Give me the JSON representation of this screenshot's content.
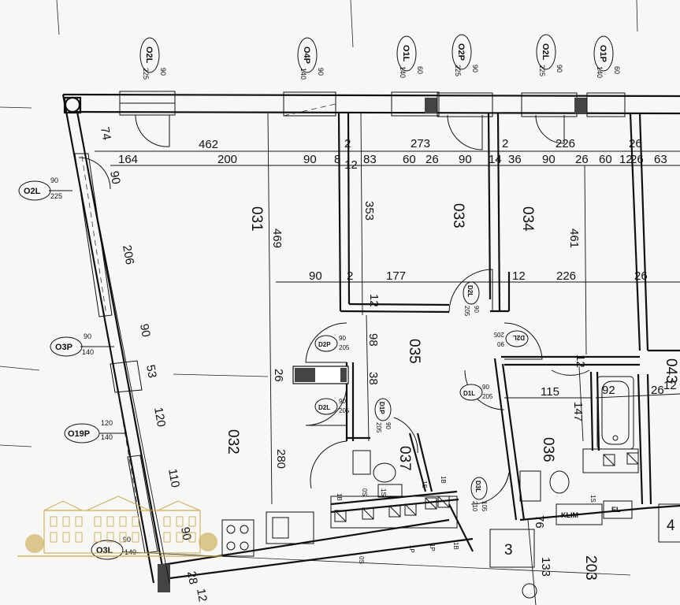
{
  "openings_top": [
    {
      "tag": "O2L",
      "w": "90",
      "h": "225"
    },
    {
      "tag": "O4P",
      "w": "90",
      "h": "140"
    },
    {
      "tag": "O1L",
      "w": "60",
      "h": "140"
    },
    {
      "tag": "O2P",
      "w": "90",
      "h": "225"
    },
    {
      "tag": "O2L",
      "w": "90",
      "h": "225"
    },
    {
      "tag": "O1P",
      "w": "60",
      "h": "140"
    }
  ],
  "openings_left": [
    {
      "tag": "O2L",
      "w": "90",
      "h": "225"
    },
    {
      "tag": "O3P",
      "w": "90",
      "h": "140"
    },
    {
      "tag": "O19P",
      "w": "120",
      "h": "140"
    },
    {
      "tag": "O3L",
      "w": "90",
      "h": "140"
    }
  ],
  "doors": [
    {
      "tag": "D2P",
      "w": "90",
      "h": "205"
    },
    {
      "tag": "D2L",
      "w": "90",
      "h": "205"
    },
    {
      "tag": "D1P",
      "w": "90",
      "h": "205"
    },
    {
      "tag": "D1L",
      "w": "90",
      "h": "205"
    },
    {
      "tag": "D2L",
      "w": "90",
      "h": "205"
    },
    {
      "tag": "D2L",
      "w": "90",
      "h": "205"
    },
    {
      "tag": "D3L",
      "w": "105",
      "h": "210"
    }
  ],
  "rooms": [
    "031",
    "032",
    "033",
    "034",
    "035",
    "036",
    "037",
    "203",
    "3",
    "4",
    "043"
  ],
  "dims_top_row1": [
    "462",
    "273",
    "226",
    "26",
    "2",
    "2"
  ],
  "dims_top_row2": [
    "164",
    "200",
    "90",
    "8",
    "12",
    "83",
    "60",
    "26",
    "90",
    "14",
    "36",
    "90",
    "26",
    "60",
    "12",
    "26",
    "63"
  ],
  "dims_mid_row": [
    "90",
    "2",
    "177",
    "12",
    "226",
    "26"
  ],
  "dims_vertical": [
    "353",
    "469",
    "461",
    "98",
    "38",
    "26",
    "280",
    "147",
    "12",
    "12",
    "76",
    "133"
  ],
  "dims_misc": [
    "115",
    "92",
    "26",
    "12"
  ],
  "dims_left_wall": [
    "74",
    "90",
    "206",
    "90",
    "53",
    "120",
    "110",
    "90",
    "28",
    "12"
  ],
  "fixture_labels": {
    "klim": "KLIM",
    "el": "EL"
  },
  "installation_tags": [
    "1B",
    "0S",
    "1S",
    "1P",
    "1S",
    "1B",
    "0S",
    "1P",
    "1B",
    "1S"
  ],
  "colors": {
    "paper": "#f7f7f5",
    "ink": "#111111",
    "logo_gold": "#c9a64a"
  }
}
